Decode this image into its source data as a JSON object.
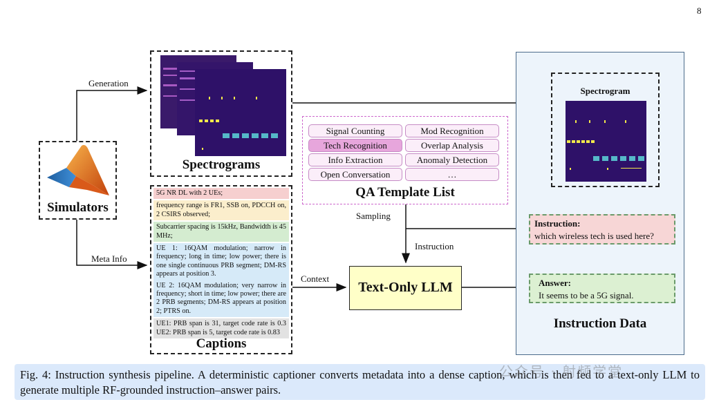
{
  "page_number": "8",
  "simulators": {
    "title": "Simulators",
    "icon": "matlab-logo-icon"
  },
  "spectrograms": {
    "title": "Spectrograms"
  },
  "captions": {
    "title": "Captions",
    "items": [
      {
        "text": "5G NR DL with 2 UEs;",
        "color": "#f6cfcf"
      },
      {
        "text": "frequency range is FR1, SSB on, PDCCH on, 2 CSIRS observed;",
        "color": "#fbeecc"
      },
      {
        "text": "Subcarrier spacing is 15kHz, Bandwidth is 45 MHz;",
        "color": "#d4ecd0"
      },
      {
        "text": "UE 1: 16QAM modulation; narrow in frequency; long in time; low power; there is one single continuous PRB segment; DM-RS appears at position 3.",
        "color": "#d6eaf8"
      },
      {
        "text": "UE 2: 16QAM modulation; very narrow in frequency; short in time; low power; there are 2 PRB segments; DM-RS appears at position 2; PTRS on.",
        "color": "#d6eaf8"
      },
      {
        "text": "UE1: PRB span is 31, target code rate is 0.3 UE2: PRB span is 5, target code rate is 0.83",
        "color": "#e2e2e2"
      }
    ]
  },
  "template": {
    "title": "QA Template List",
    "items": [
      "Signal Counting",
      "Mod Recognition",
      "Tech Recognition",
      "Overlap Analysis",
      "Info Extraction",
      "Anomaly Detection",
      "Open Conversation",
      "…"
    ],
    "highlight_color": "#e7a6dc"
  },
  "llm": {
    "label": "Text-Only LLM"
  },
  "edges": {
    "generation": "Generation",
    "meta_info": "Meta Info",
    "sampling": "Sampling",
    "instruction": "Instruction",
    "context": "Context"
  },
  "instruction_data": {
    "title": "Instruction Data",
    "spectrogram_title": "Spectrogram",
    "instruction_label": "Instruction:",
    "instruction_text": "which wireless tech is used here?",
    "answer_label": "Answer:",
    "answer_text": "It seems to be a 5G signal."
  },
  "figure_caption": "Fig. 4: Instruction synthesis pipeline. A deterministic captioner converts metadata into a dense caption, which is then fed to a text-only LLM to generate multiple RF-grounded instruction–answer pairs.",
  "watermark": "公众号 · 射频学堂",
  "colors": {
    "spectrogram_bg": "#3a1a6a",
    "signal_yellow": "#f2e84a",
    "signal_teal": "#55b8c8"
  }
}
